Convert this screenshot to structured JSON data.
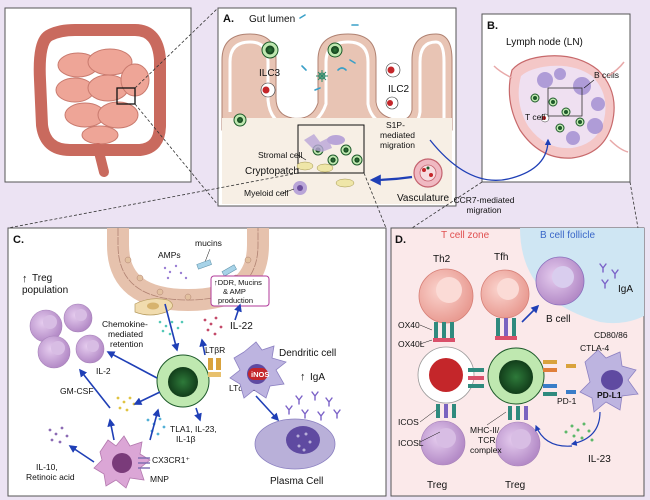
{
  "panels": {
    "a": {
      "letter": "A.",
      "gut_lumen": "Gut lumen",
      "ilc3": "ILC3",
      "ilc2": "ILC2",
      "stromal": "Stromal cell",
      "cryptopatch": "Cryptopatch",
      "myeloid": "Myeloid cell",
      "s1p1": "S1P-",
      "s1p2": "mediated",
      "s1p3": "migration",
      "vasculature": "Vasculature"
    },
    "b": {
      "letter": "B.",
      "lymph_node": "Lymph node (LN)",
      "b_cells": "B cells",
      "t_cell": "T cell",
      "ccr7_1": "CCR7-mediated",
      "ccr7_2": "migration"
    },
    "c": {
      "letter": "C.",
      "mucins": "mucins",
      "amps": "AMPs",
      "box1": "↑DDR, Mucins",
      "box2": "& AMP",
      "box3": "production",
      "treg1": "Treg",
      "treg2": "population",
      "chemo1": "Chemokine-",
      "chemo2": "mediated",
      "chemo3": "retention",
      "il22": "IL-22",
      "dendritic": "Dendritic cell",
      "il2": "IL-2",
      "ltbr": "LTβR",
      "lta": "LTα1β2",
      "inos": "iNOS",
      "iga": "IgA",
      "gmcsf": "GM-CSF",
      "tla1": "TLA1, IL-23,",
      "tla2": "IL-1β",
      "il10a": "IL-10,",
      "il10b": "Retinoic acid",
      "cx3": "CX3CR1⁺",
      "mnp": "MNP",
      "plasma": "Plasma Cell"
    },
    "d": {
      "letter": "D.",
      "tzone": "T cell zone",
      "bfollicle": "B cell follicle",
      "th2": "Th2",
      "tfh": "Tfh",
      "bcell": "B cell",
      "iga": "IgA",
      "ox40": "OX40",
      "ox40l": "OX40L",
      "cd80": "CD80/86",
      "ctla4": "CTLA-4",
      "pdl1": "PD-L1",
      "pd1": "PD-1",
      "icos": "ICOS",
      "icosl": "ICOSL",
      "mhc1": "MHC-II/",
      "mhc2": "TCR",
      "mhc3": "complex",
      "il23": "IL-23",
      "treg_a": "Treg",
      "treg_b": "Treg"
    }
  },
  "colors": {
    "bg": "#ece3f3",
    "panel": "#ffffff",
    "tissue": "#e8c4b4",
    "ilc_green": "#1d5a2a",
    "ilc_ring": "#bfe8b0",
    "treg": "#c9a6d6",
    "th2": "#f2b6ae",
    "red_nuc": "#c4262a",
    "blue_arrow": "#1f3fb6",
    "t_zone_text": "#e05050",
    "b_zone_text": "#3a67c8",
    "b_zone": "#cfe6f3"
  }
}
